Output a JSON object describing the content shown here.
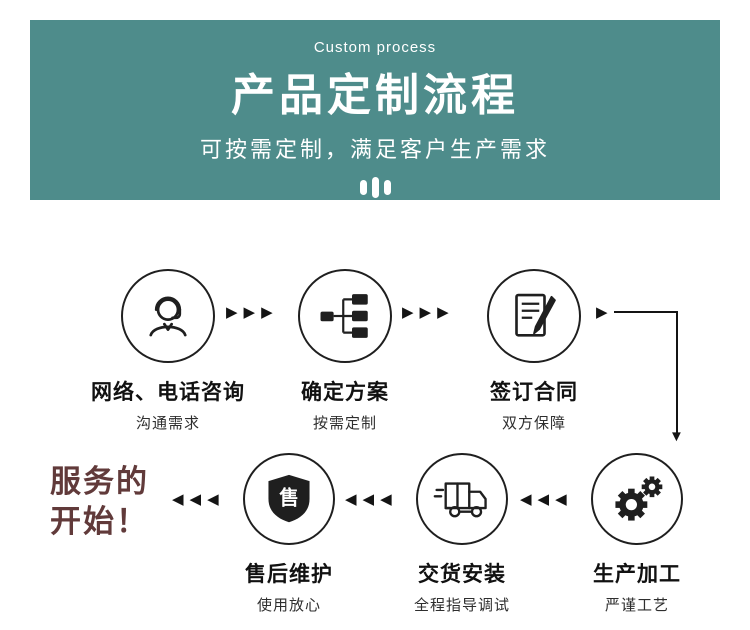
{
  "colors": {
    "banner_bg": "#4e8c8b",
    "banner_text": "#ffffff",
    "icon_ink": "#1f1f1f",
    "service_start_text": "#613a3a"
  },
  "banner": {
    "tagline": "Custom process",
    "title": "产品定制流程",
    "subtitle": "可按需定制，满足客户生产需求"
  },
  "flow": {
    "arrow_right_triple": "▶▶▶",
    "arrow_left_triple": "◀◀◀",
    "arrow_right_single": "▶",
    "arrow_down_single": "▼",
    "shield_char": "售",
    "top_steps": [
      {
        "icon": "customer-service-icon",
        "label": "网络、电话咨询",
        "sublabel": "沟通需求"
      },
      {
        "icon": "scheme-diagram-icon",
        "label": "确定方案",
        "sublabel": "按需定制"
      },
      {
        "icon": "contract-sign-icon",
        "label": "签订合同",
        "sublabel": "双方保障"
      }
    ],
    "bottom_steps": [
      {
        "icon": "after-sale-shield-icon",
        "label": "售后维护",
        "sublabel": "使用放心"
      },
      {
        "icon": "delivery-truck-icon",
        "label": "交货安装",
        "sublabel": "全程指导调试"
      },
      {
        "icon": "gears-icon",
        "label": "生产加工",
        "sublabel": "严谨工艺"
      }
    ],
    "service_start": {
      "line1": "服务的",
      "line2": "开始！"
    }
  }
}
